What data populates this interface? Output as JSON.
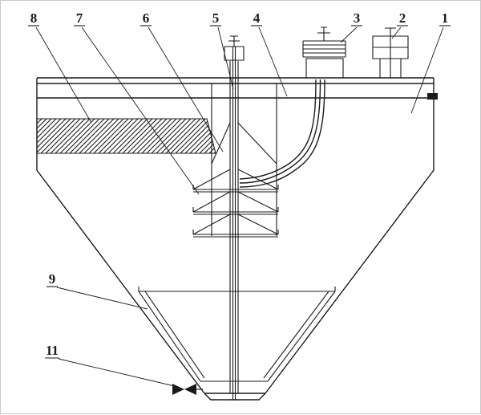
{
  "figure": {
    "type": "technical-sectional-diagram",
    "background": "#ffffff",
    "line_color": "#1a1a1a",
    "callouts": [
      {
        "label": "8"
      },
      {
        "label": "7"
      },
      {
        "label": "6"
      },
      {
        "label": "5"
      },
      {
        "label": "4"
      },
      {
        "label": "3"
      },
      {
        "label": "2"
      },
      {
        "label": "1"
      },
      {
        "label": "9"
      },
      {
        "label": "11"
      }
    ]
  }
}
